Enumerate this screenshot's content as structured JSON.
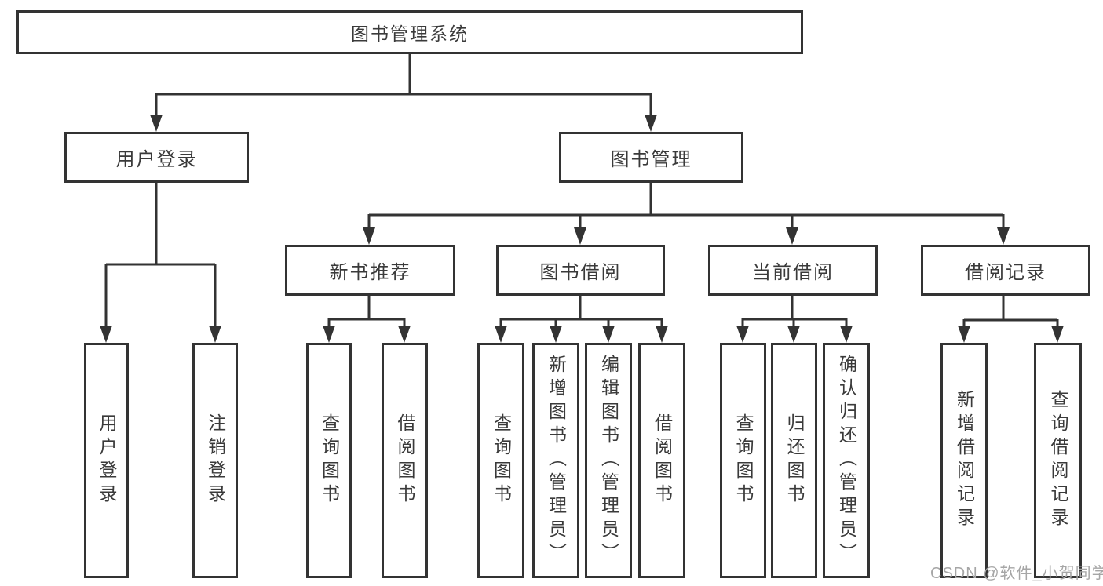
{
  "diagram": {
    "root_label": "图书管理系统",
    "level2": [
      {
        "label": "用户登录",
        "children": [
          "用户登录",
          "注销登录"
        ]
      },
      {
        "label": "图书管理"
      }
    ],
    "level3": [
      {
        "label": "新书推荐",
        "children": [
          "查询图书",
          "借阅图书"
        ]
      },
      {
        "label": "图书借阅",
        "children": [
          "查询图书",
          "新增图书（管理员）",
          "编辑图书（管理员）",
          "借阅图书"
        ]
      },
      {
        "label": "当前借阅",
        "children": [
          "查询图书",
          "归还图书",
          "确认归还（管理员）"
        ]
      },
      {
        "label": "借阅记录",
        "children": [
          "新增借阅记录",
          "查询借阅记录"
        ]
      }
    ],
    "watermark": "CSDN @软件_小贺同学",
    "colors": {
      "line": "#333333",
      "box_border": "#333333",
      "text": "#3a3a3a",
      "watermark_color": "#a6a6a6",
      "background": "#ffffff"
    }
  }
}
